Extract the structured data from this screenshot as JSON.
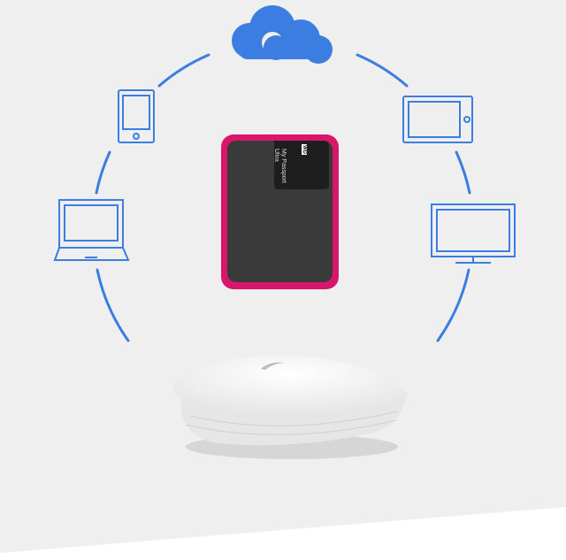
{
  "drive": {
    "brand": "WD",
    "model": "My Passport",
    "edition": "Ultra"
  },
  "colors": {
    "accent": "#3b7de0",
    "drive_bumper": "#d8166b",
    "drive_body": "#3a3a3a",
    "background": "#efefef"
  }
}
